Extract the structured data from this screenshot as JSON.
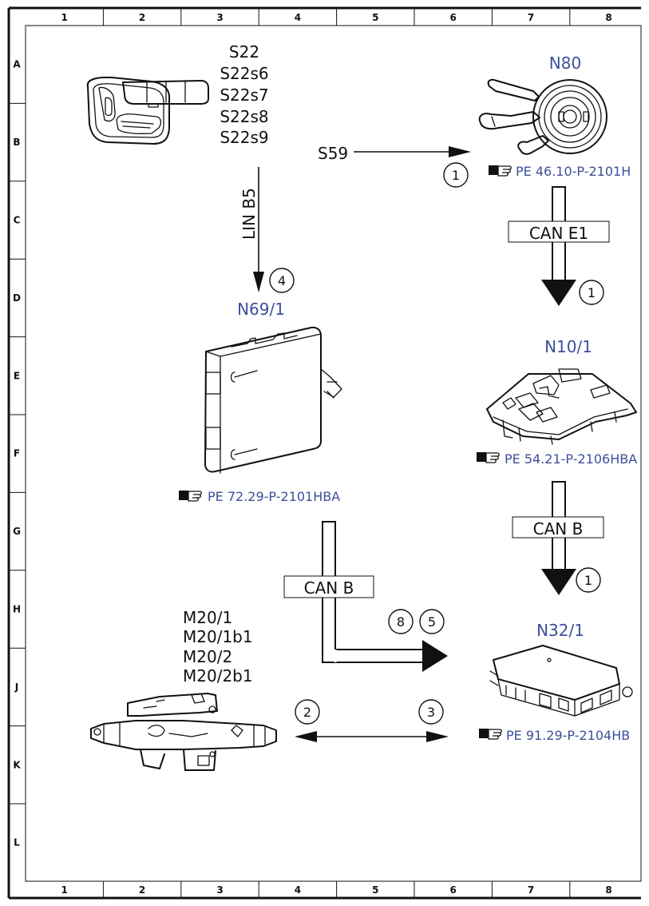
{
  "grid": {
    "columns": [
      "1",
      "2",
      "3",
      "4",
      "5",
      "6",
      "7",
      "8"
    ],
    "rows": [
      "A",
      "B",
      "C",
      "D",
      "E",
      "F",
      "G",
      "H",
      "J",
      "K",
      "L"
    ]
  },
  "colors": {
    "component_code": "#3d4f9b",
    "line": "#111111"
  },
  "components": {
    "seat_switch": {
      "codes": [
        "S22",
        "S22s6",
        "S22s7",
        "S22s8",
        "S22s9"
      ]
    },
    "steering_switch": {
      "code": "N80",
      "ref": "PE 46.10-P-2101H"
    },
    "sensor_module": {
      "code": "N69/1",
      "ref": "PE 72.29-P-2101HBA"
    },
    "sam_module": {
      "code": "N10/1",
      "ref": "PE 54.21-P-2106HBA"
    },
    "control_unit": {
      "code": "N32/1",
      "ref": "PE 91.29-P-2104HB"
    },
    "steering_column": {
      "codes": [
        "M20/1",
        "M20/1b1",
        "M20/2",
        "M20/2b1"
      ]
    }
  },
  "signal_s59": "S59",
  "buses": {
    "lin": "LIN B5",
    "can_e1": "CAN E1",
    "can_b_right": "CAN B",
    "can_b_left": "CAN B"
  },
  "markers": {
    "s59": "1",
    "can_e1": "1",
    "lin": "4",
    "can_b_right": "1",
    "can_b_left_a": "8",
    "can_b_left_b": "5",
    "k_left": "2",
    "k_right": "3"
  },
  "icons": [
    "pointing-hand-icon"
  ]
}
